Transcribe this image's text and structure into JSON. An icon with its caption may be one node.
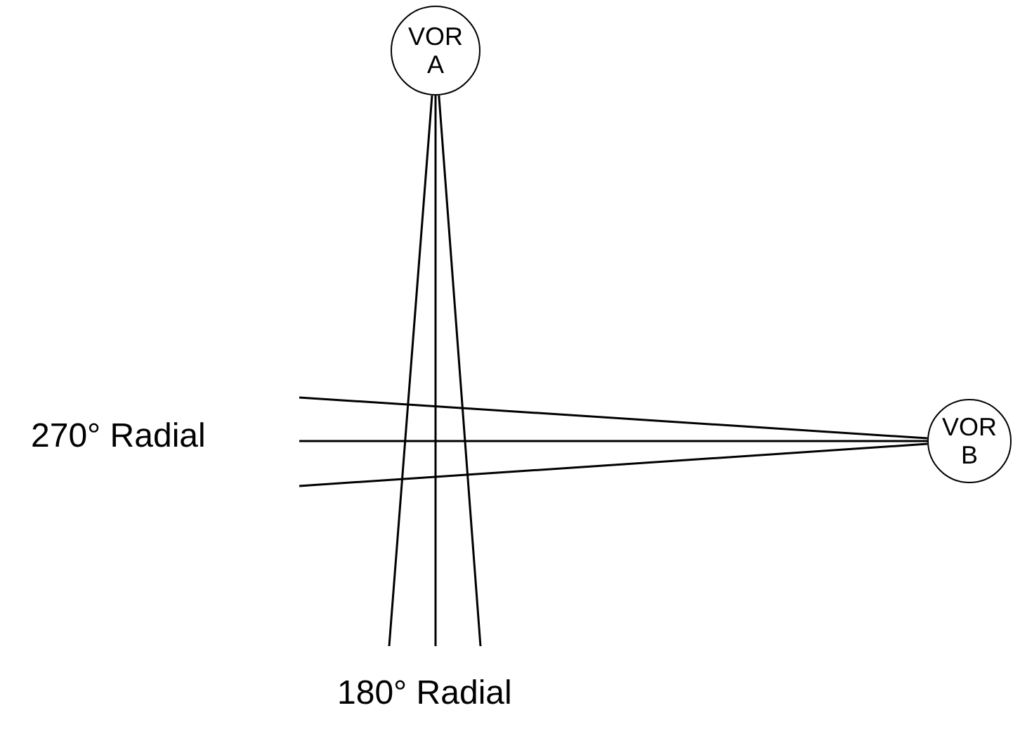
{
  "diagram": {
    "nodes": [
      {
        "text": [
          "VOR A"
        ]
      },
      {
        "text": [
          "VOR B"
        ]
      }
    ],
    "edges": [
      {
        "from": 0,
        "to": null,
        "arrow": "none"
      },
      {
        "from": 0,
        "to": null,
        "arrow": "none"
      },
      {
        "from": 0,
        "to": null,
        "arrow": "none"
      },
      {
        "from": 1,
        "to": null,
        "arrow": "none"
      },
      {
        "from": 1,
        "to": null,
        "arrow": "none"
      },
      {
        "from": 1,
        "to": null,
        "arrow": "none"
      }
    ],
    "labels": [
      "270° Radial",
      "180° Radial"
    ]
  }
}
